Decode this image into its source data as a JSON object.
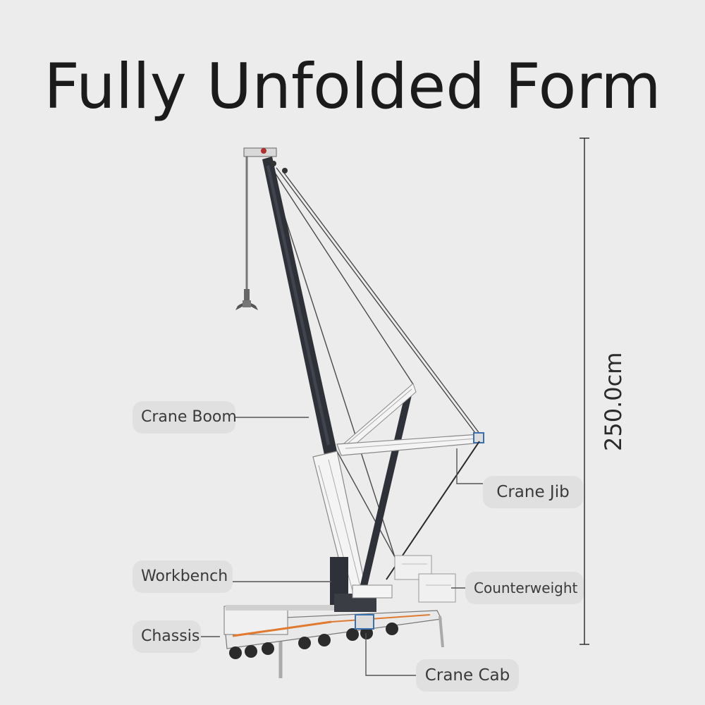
{
  "title": "Fully Unfolded Form",
  "dimension": {
    "height_label": "250.0cm"
  },
  "labels": {
    "crane_boom": "Crane Boom",
    "crane_jib": "Crane Jib",
    "workbench": "Workbench",
    "counterweight": "Counterweight",
    "chassis": "Chassis",
    "crane_cab": "Crane Cab"
  },
  "colors": {
    "background": "#ececec",
    "label_bg": "#e0e0e0",
    "boom": "#2e3138",
    "frame": "#f2f2f2",
    "text": "#1b1b1b"
  }
}
